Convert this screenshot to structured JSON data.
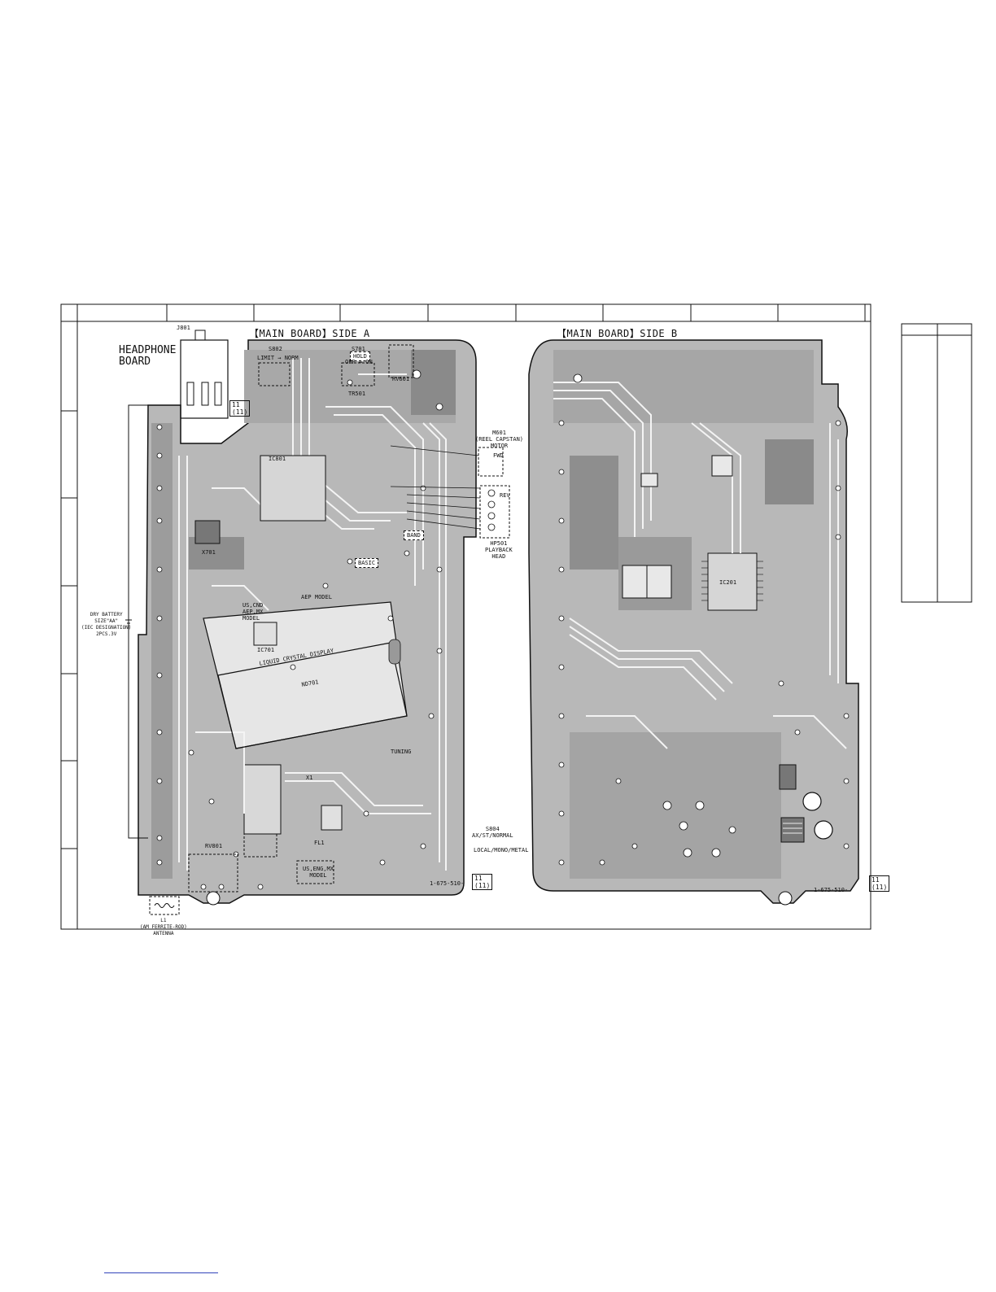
{
  "sheet": {
    "headphone_board": "HEADPHONE\nBOARD",
    "side_a_title": "【MAIN BOARD】SIDE A",
    "side_b_title": "【MAIN BOARD】SIDE B",
    "page_marker": "11\n(11)"
  },
  "labels": {
    "j801": "J801",
    "s802": "S802",
    "s802_desc": "LIMIT → NORM",
    "s701": "S701",
    "s701_desc": "OFF → ON",
    "hold": "HOLD",
    "m601": "M601\n(REEL CAPSTAN)\nMOTOR",
    "hp501": "HP501\nPLAYBACK\nHEAD",
    "rev": "REV",
    "fwd": "FWD",
    "dry_battery": "DRY BATTERY\nSIZE\"AA\"\n(IEC DESIGNATION)\n2PCS.3V",
    "lcd": "LIQUID CRYSTAL DISPLAY",
    "nd701": "ND701",
    "tuning": "TUNING",
    "s804": "S804\nAX/ST/NORMAL",
    "s804_b": "LOCAL/MONO/METAL",
    "am_antenna": "L1\n(AM FERRITE-ROD)\nANTENNA",
    "part_no_a": "1-675-510-",
    "part_no_b": "1-675-510-",
    "ic801": "IC801",
    "ic201": "IC201",
    "x701": "X701",
    "us_model": "US,CND\nAEP,MX\nMODEL",
    "aep_model": "AEP MODEL",
    "us_eng_mx": "US,ENG,MX\nMODEL",
    "band": "BAND",
    "basic": "BASIC",
    "ic701": "IC701",
    "rv801": "RV801",
    "fl1": "FL1",
    "x1": "X1",
    "rv601": "RV601",
    "tr501": "TR501"
  }
}
